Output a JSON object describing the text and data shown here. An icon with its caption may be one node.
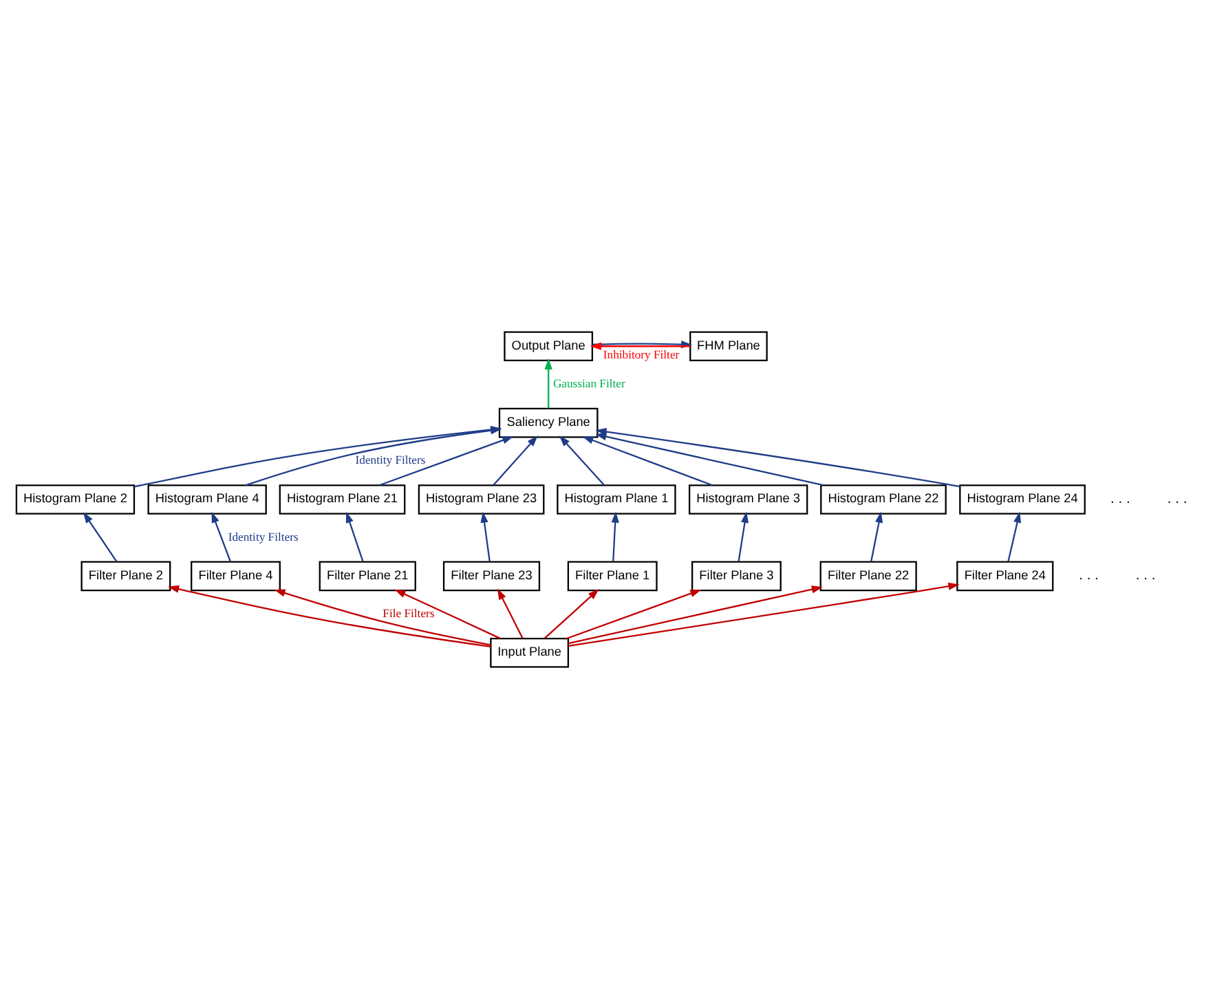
{
  "diagram": {
    "nodes": [
      {
        "text": [
          "Output Plane"
        ]
      },
      {
        "text": [
          "FHM Plane"
        ]
      },
      {
        "text": [
          "Saliency Plane"
        ]
      },
      {
        "text": [
          "Histogram Plane 2"
        ]
      },
      {
        "text": [
          "Histogram Plane 4"
        ]
      },
      {
        "text": [
          "Histogram Plane 21"
        ]
      },
      {
        "text": [
          "Histogram Plane 23"
        ]
      },
      {
        "text": [
          "Histogram Plane 1"
        ]
      },
      {
        "text": [
          "Histogram Plane 3"
        ]
      },
      {
        "text": [
          "Histogram Plane 22"
        ]
      },
      {
        "text": [
          "Histogram Plane 24"
        ]
      },
      {
        "text": [
          "Filter Plane 2"
        ]
      },
      {
        "text": [
          "Filter Plane 4"
        ]
      },
      {
        "text": [
          "Filter Plane 21"
        ]
      },
      {
        "text": [
          "Filter Plane 23"
        ]
      },
      {
        "text": [
          "Filter Plane 1"
        ]
      },
      {
        "text": [
          "Filter Plane 3"
        ]
      },
      {
        "text": [
          "Filter Plane 22"
        ]
      },
      {
        "text": [
          "Filter Plane 24"
        ]
      },
      {
        "text": [
          "Input Plane"
        ]
      }
    ],
    "edges": [
      {
        "from": 19,
        "to": 15,
        "arrow": "to",
        "color": "#c00000"
      },
      {
        "from": 19,
        "to": 11,
        "arrow": "to",
        "color": "#c00000"
      },
      {
        "from": 19,
        "to": 16,
        "arrow": "to",
        "color": "#c00000"
      },
      {
        "from": 19,
        "to": 12,
        "arrow": "to",
        "color": "#c00000",
        "label": "File Filters"
      },
      {
        "from": 19,
        "to": 13,
        "arrow": "to",
        "color": "#c00000"
      },
      {
        "from": 19,
        "to": 17,
        "arrow": "to",
        "color": "#c00000"
      },
      {
        "from": 19,
        "to": 14,
        "arrow": "to",
        "color": "#c00000"
      },
      {
        "from": 19,
        "to": 18,
        "arrow": "to",
        "color": "#c00000"
      },
      {
        "from": 15,
        "to": 7,
        "arrow": "to"
      },
      {
        "from": 11,
        "to": 3,
        "arrow": "to"
      },
      {
        "from": 16,
        "to": 8,
        "arrow": "to"
      },
      {
        "from": 12,
        "to": 4,
        "arrow": "to",
        "label": "Identity Filters"
      },
      {
        "from": 13,
        "to": 5,
        "arrow": "to"
      },
      {
        "from": 17,
        "to": 9,
        "arrow": "to"
      },
      {
        "from": 14,
        "to": 6,
        "arrow": "to"
      },
      {
        "from": 18,
        "to": 10,
        "arrow": "to"
      },
      {
        "from": 7,
        "to": 2,
        "arrow": "to"
      },
      {
        "from": 3,
        "to": 2,
        "arrow": "to"
      },
      {
        "from": 8,
        "to": 2,
        "arrow": "to"
      },
      {
        "from": 4,
        "to": 2,
        "arrow": "to",
        "label": "Identity Filters"
      },
      {
        "from": 5,
        "to": 2,
        "arrow": "to"
      },
      {
        "from": 9,
        "to": 2,
        "arrow": "to"
      },
      {
        "from": 6,
        "to": 2,
        "arrow": "to"
      },
      {
        "from": 10,
        "to": 2,
        "arrow": "to"
      },
      {
        "from": 2,
        "to": 0,
        "arrow": "to",
        "color": "#00b050",
        "label": "Gaussian Filter"
      },
      {
        "from": 0,
        "to": 1,
        "arrow": "to"
      },
      {
        "from": 1,
        "to": 0,
        "arrow": "to",
        "color": "#ff0000",
        "label": "Inhibitory Filter"
      }
    ],
    "labels": [
      ". . .",
      ". . .",
      ". . .",
      ". . ."
    ]
  }
}
